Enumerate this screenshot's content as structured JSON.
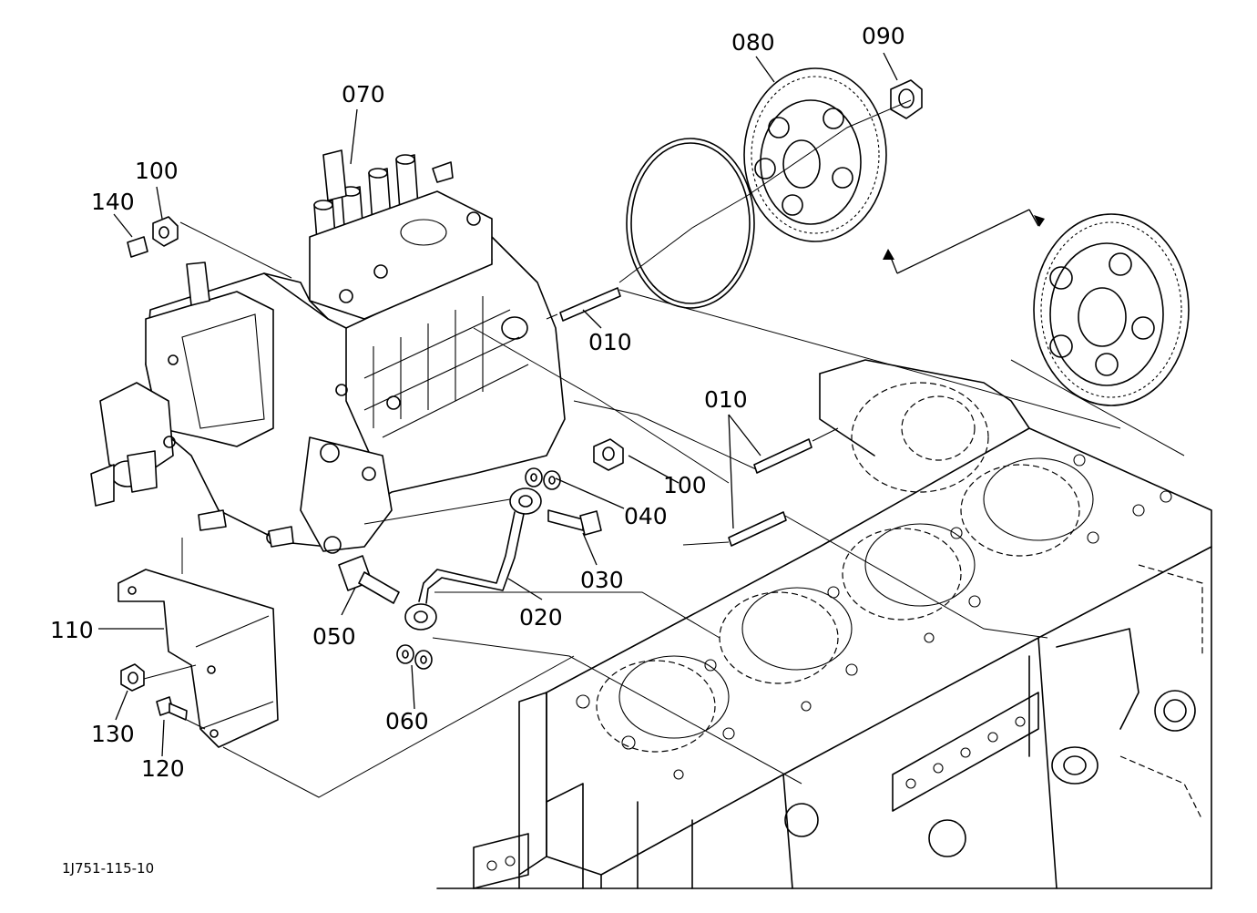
{
  "figure": {
    "code": "1J751-115-10"
  },
  "callouts": [
    {
      "id": "070",
      "label": "070"
    },
    {
      "id": "080",
      "label": "080"
    },
    {
      "id": "090",
      "label": "090"
    },
    {
      "id": "100a",
      "label": "100"
    },
    {
      "id": "140",
      "label": "140"
    },
    {
      "id": "010a",
      "label": "010"
    },
    {
      "id": "010b",
      "label": "010"
    },
    {
      "id": "100b",
      "label": "100"
    },
    {
      "id": "040",
      "label": "040"
    },
    {
      "id": "030",
      "label": "030"
    },
    {
      "id": "020",
      "label": "020"
    },
    {
      "id": "050",
      "label": "050"
    },
    {
      "id": "060",
      "label": "060"
    },
    {
      "id": "110",
      "label": "110"
    },
    {
      "id": "130",
      "label": "130"
    },
    {
      "id": "120",
      "label": "120"
    }
  ]
}
